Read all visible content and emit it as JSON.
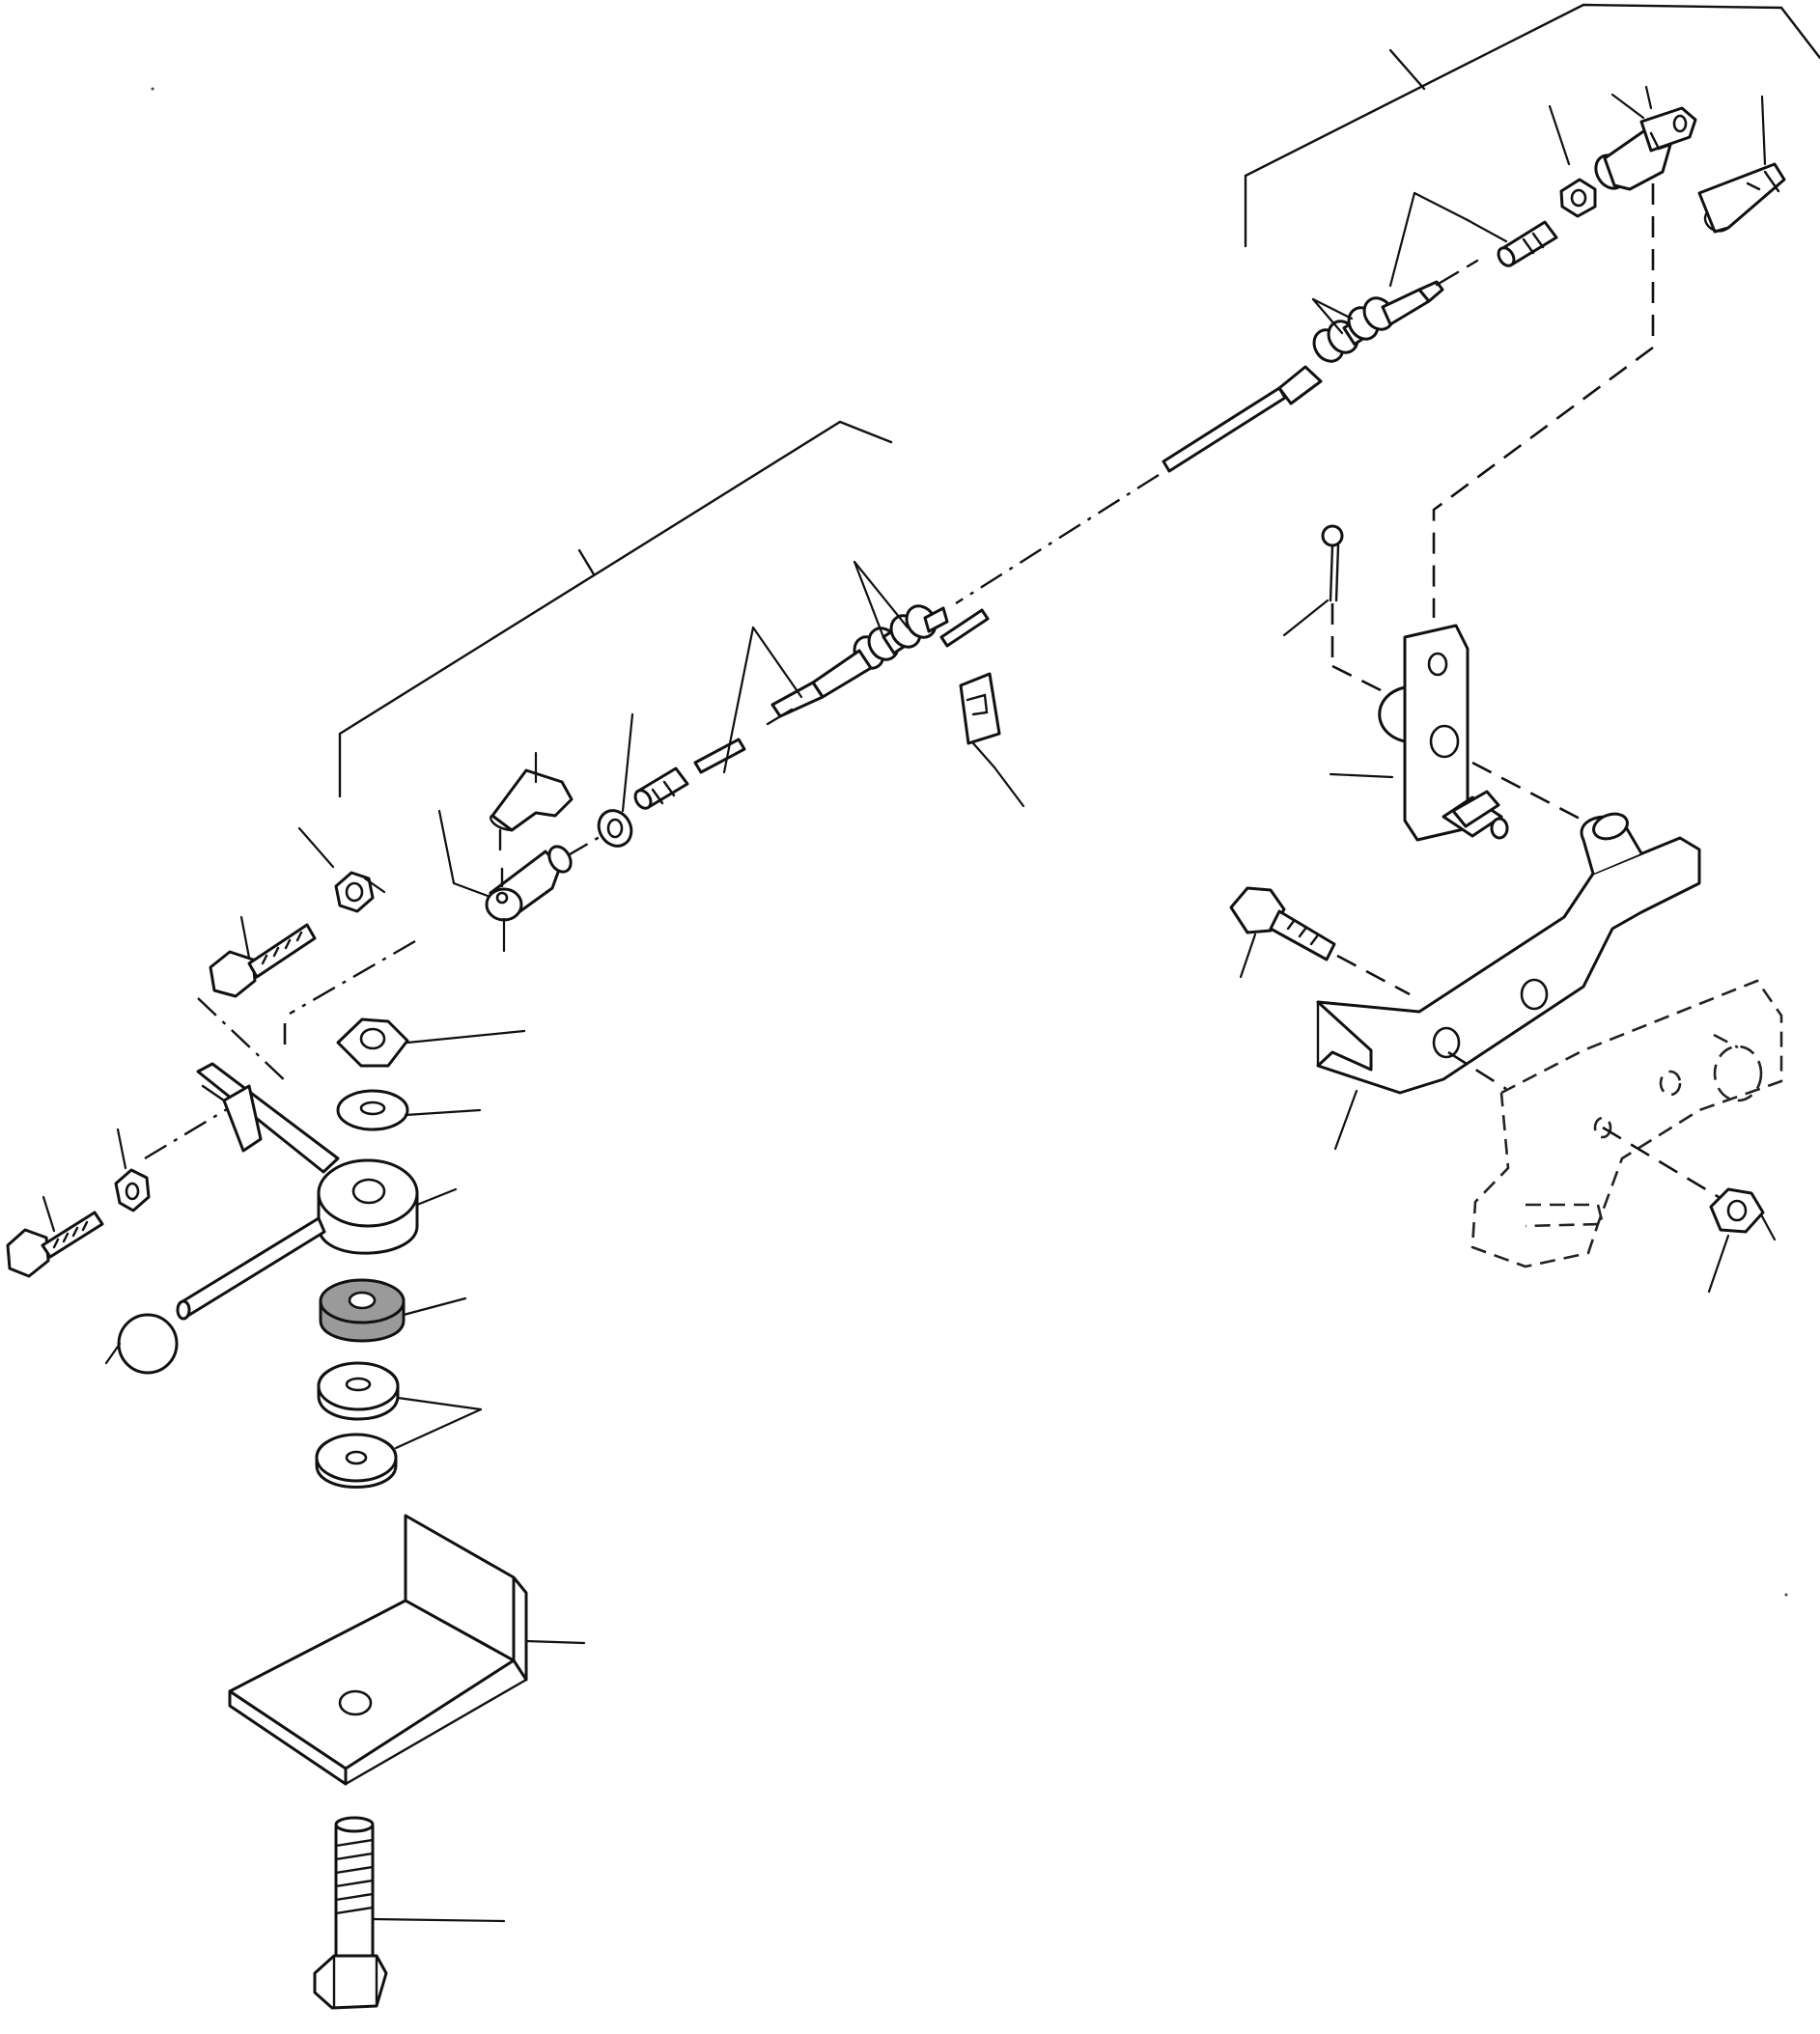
{
  "diagram": {
    "colors": {
      "line": "#111111",
      "background": "#ffffff",
      "rubber": "#9a9a9a"
    },
    "parts": [
      "upper-cable-assembly",
      "clevis",
      "clevis-pin-clip",
      "jam-nut",
      "cable-end-threaded",
      "cable-lock-nuts",
      "lower-cable-assembly",
      "cable-retainer-clip",
      "lever-bracket",
      "cotter-pin",
      "pedal-lever",
      "mount-bolt",
      "mount-nut",
      "pivot-lever",
      "knob-ball",
      "rubber-mount",
      "rubber-bushing",
      "flat-washers",
      "l-bracket",
      "long-bolt",
      "adjust-bolt",
      "adjust-nut"
    ]
  }
}
